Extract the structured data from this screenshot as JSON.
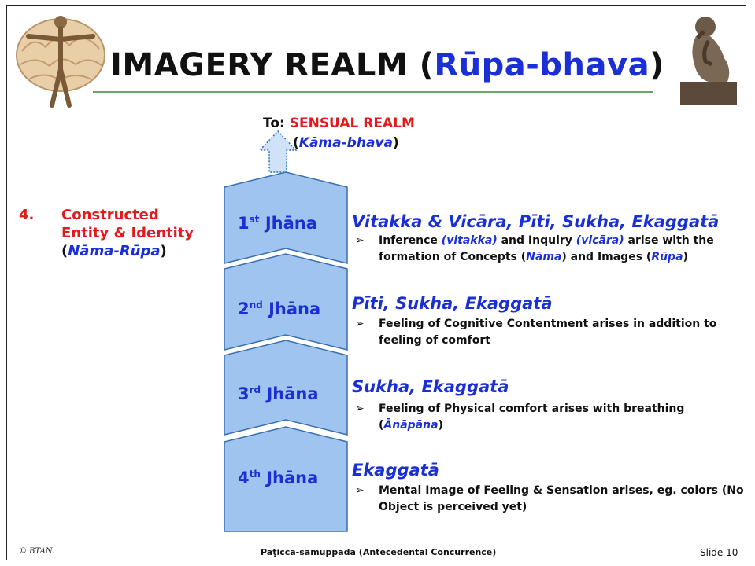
{
  "slide": {
    "title_prefix": "IMAGERY REALM (",
    "title_highlight": "Rūpa-bhava",
    "title_suffix": ")"
  },
  "to_label": {
    "prefix": "To: ",
    "realm": "SENSUAL REALM",
    "open": "(",
    "pali": "Kāma-bhava",
    "close": ")"
  },
  "left": {
    "number": "4.",
    "line1": "Constructed",
    "line2": "Entity & Identity",
    "open": "(",
    "pali": "Nāma-Rūpa",
    "close": ")"
  },
  "jhanas": [
    {
      "num": "1",
      "sup": "st",
      "name": " Jhāna",
      "heading": "Vitakka & Vicāra, Pīti, Sukha, Ekaggatā",
      "bullet": {
        "a": "Inference ",
        "b": "(vitakka)",
        "c": " and Inquiry ",
        "d": "(vicāra)",
        "e": " arise with the formation of Concepts (",
        "f": "Nāma",
        "g": ") and Images (",
        "h": "Rūpa",
        "i": ")"
      }
    },
    {
      "num": "2",
      "sup": "nd",
      "name": " Jhāna",
      "heading": "Pīti, Sukha, Ekaggatā",
      "bullet_text": "Feeling of Cognitive Contentment arises in addition to feeling of comfort"
    },
    {
      "num": "3",
      "sup": "rd",
      "name": " Jhāna",
      "heading": "Sukha, Ekaggatā",
      "bullet_a": "Feeling of Physical comfort arises with breathing (",
      "bullet_b": "Ānāpāna",
      "bullet_c": ")"
    },
    {
      "num": "4",
      "sup": "th",
      "name": " Jhāna",
      "heading": "Ekaggatā",
      "bullet_text": "Mental Image of Feeling & Sensation arises, eg. colors (No Object is perceived yet)"
    }
  ],
  "bullet_marker": "➢",
  "footer": {
    "left": "© BTAN.",
    "center": "Paṭicca-samuppāda (Antecedental Concurrence)",
    "right": "Slide 10"
  },
  "colors": {
    "blue": "#1a2fd6",
    "red": "#e01b1b",
    "chevron_fill": "#9fc4ef",
    "chevron_stroke": "#3a6fb0"
  },
  "icons": [
    "brain-figure-icon",
    "thinker-statue-icon",
    "up-arrow-icon"
  ]
}
